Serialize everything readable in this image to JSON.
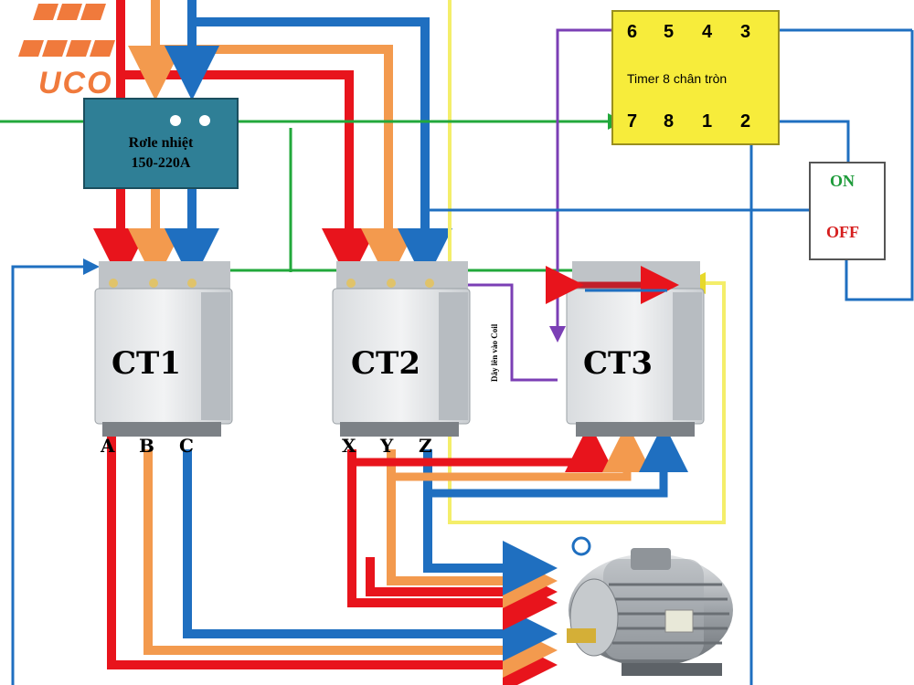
{
  "logo": {
    "text": "UCO"
  },
  "relay": {
    "line1": "Rơle nhiệt",
    "line2": "150-220A"
  },
  "timer": {
    "title": "Timer 8 chân tròn",
    "top_pins": [
      "6",
      "5",
      "4",
      "3"
    ],
    "bottom_pins": [
      "7",
      "8",
      "1",
      "2"
    ]
  },
  "switch": {
    "on_label": "ON",
    "off_label": "OFF"
  },
  "contactors": [
    {
      "label": "CT1",
      "terminals": [
        "A",
        "B",
        "C"
      ]
    },
    {
      "label": "CT2",
      "terminals": [
        "X",
        "Y",
        "Z"
      ]
    },
    {
      "label": "CT3",
      "terminals": []
    }
  ],
  "note_vertical": "Dây lên vào Coil",
  "colors": {
    "red": "#e8141c",
    "orange": "#f39a4e",
    "blue": "#1f6fc0",
    "green": "#22a83b",
    "yellow_wire": "#f4ee6a",
    "purple": "#7b3fb5",
    "timer_fill": "#f7ec3b",
    "relay_fill": "#2f7f96",
    "logo": "#f07a3c"
  }
}
